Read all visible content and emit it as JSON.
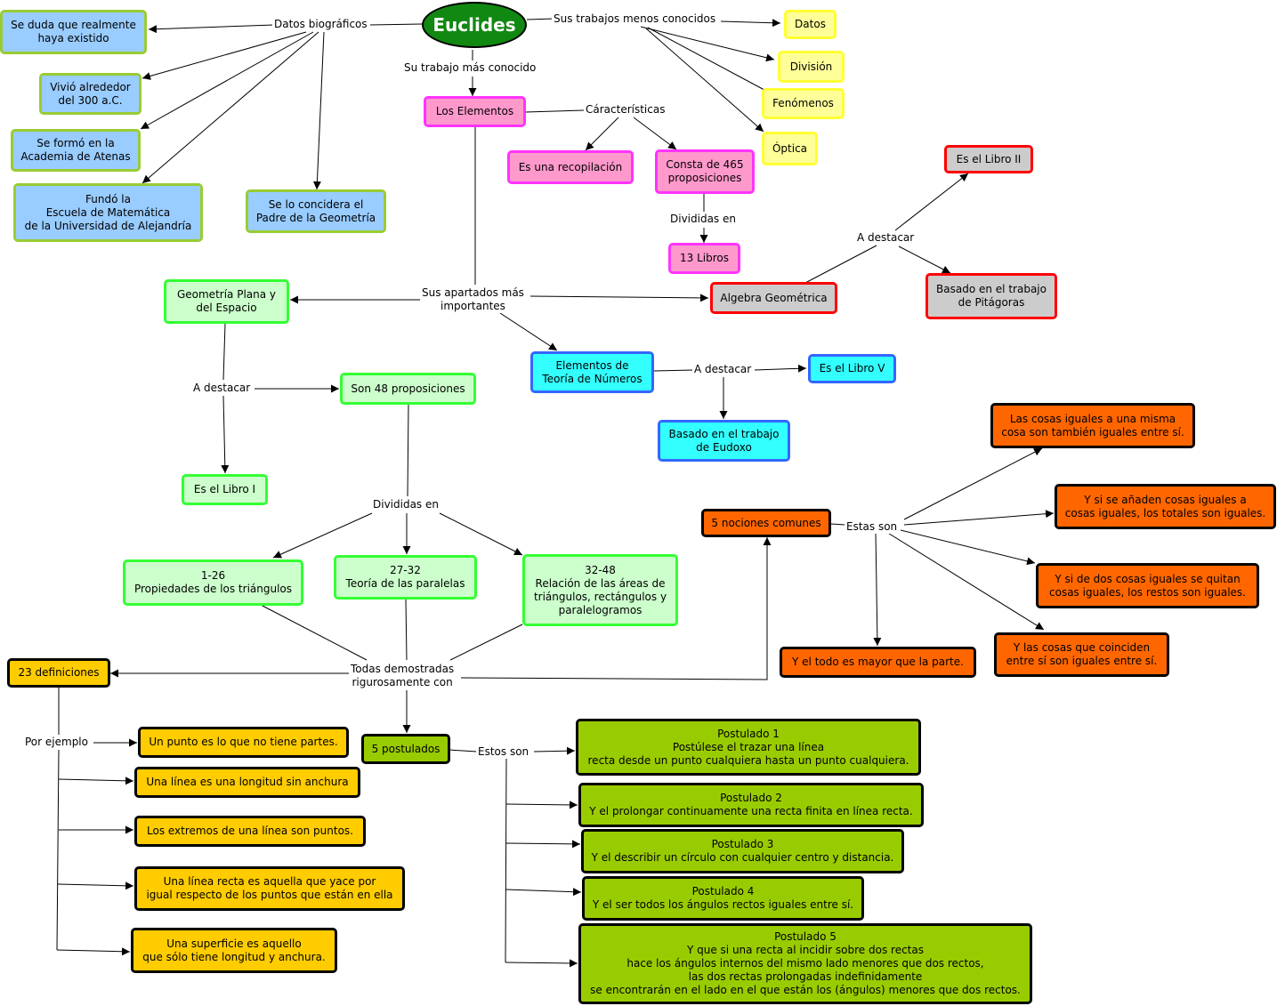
{
  "root": "Euclides",
  "links": {
    "datos_biograficos": "Datos biográficos",
    "trabajos_menos": "Sus trabajos menos conocidos",
    "trabajo_conocido": "Su trabajo más conocido",
    "caracteristicas": "Cáracterísticas",
    "divididas_libros": "Divididas en",
    "a_destacar_algebra": "A destacar",
    "apartados": "Sus apartados más\nimportantes",
    "a_destacar_geo": "A destacar",
    "a_destacar_teoria": "A destacar",
    "divididas_prop": "Divididas en",
    "estas_son": "Estas son",
    "demostradas": "Todas demostradas\nrigurosamente con",
    "por_ejemplo": "Por ejemplo",
    "estos_son": "Estos son"
  },
  "bio": {
    "duda": "Se duda que realmente\nhaya existido",
    "vivio": "Vivió alrededor\ndel 300 a.C.",
    "formo": "Se formó en la\nAcademia de Atenas",
    "fundo": "Fundó la\nEscuela de Matemática\nde la Universidad de Alejandría",
    "padre": "Se lo concidera el\nPadre de la Geometría"
  },
  "minor_works": [
    "Datos",
    "División",
    "Fenómenos",
    "Óptica"
  ],
  "elementos": {
    "title": "Los Elementos",
    "recopilacion": "Es una recopilación",
    "consta": "Consta de 465\nproposiciones",
    "libros": "13 Libros"
  },
  "algebra": {
    "title": "Algebra Geométrica",
    "libro": "Es el Libro II",
    "pitagoras": "Basado en el trabajo\nde Pitágoras"
  },
  "geometria": {
    "title": "Geometría Plana y\ndel Espacio",
    "libro": "Es el Libro I",
    "proposiciones": "Son 48 proposiciones",
    "grupos": [
      "1-26\nPropiedades de los triángulos",
      "27-32\nTeoría de las paralelas",
      "32-48\nRelación de las áreas de\ntriángulos, rectángulos y\nparalelogramos"
    ]
  },
  "teoria": {
    "title": "Elementos de\nTeoría de Números",
    "libro": "Es el Libro V",
    "eudoxo": "Basado en el trabajo\nde Eudoxo"
  },
  "nociones": {
    "title": "5 nociones comunes",
    "items": [
      "Las cosas iguales a una misma\ncosa son también iguales entre sí.",
      "Y si se añaden cosas iguales a\ncosas iguales, los totales son iguales.",
      "Y si de dos cosas iguales se quitan\ncosas iguales, los restos son iguales.",
      "Y las cosas que coinciden\nentre sí son iguales entre sí.",
      "Y el todo es mayor que la parte."
    ]
  },
  "definiciones": {
    "title": "23 definiciones",
    "items": [
      "Un punto es lo que no tiene partes.",
      "Una línea es una longitud sin anchura",
      "Los extremos de una línea son puntos.",
      "Una línea recta es aquella que yace por\nigual respecto de los puntos que están en ella",
      "Una superficie es aquello\nque sólo tiene longitud y anchura."
    ]
  },
  "postulados": {
    "title": "5 postulados",
    "items": [
      "Postulado 1\nPostúlese el trazar una línea\nrecta desde un punto cualquiera hasta un punto cualquiera.",
      "Postulado 2\nY el prolongar continuamente una recta finita en línea recta.",
      "Postulado 3\nY el describir un círculo con cualquier centro y distancia.",
      "Postulado 4\nY el ser todos los ángulos rectos iguales entre sí.",
      "Postulado 5\nY que si una recta al incidir sobre dos rectas\nhace los ángulos internos del mismo lado menores que dos rectos,\nlas dos rectas prolongadas indefinidamente\nse encontrarán en el lado en el que están los (ángulos) menores que dos rectos."
    ]
  }
}
